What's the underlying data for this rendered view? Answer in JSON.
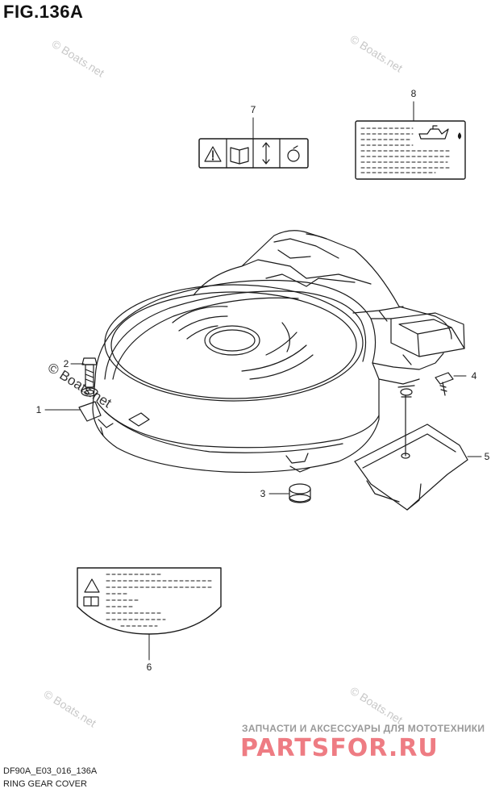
{
  "figure": {
    "title": "FIG.136A",
    "code": "DF90A_E03_016_136A",
    "caption": "RING GEAR COVER"
  },
  "callouts": [
    "1",
    "2",
    "3",
    "4",
    "5",
    "6",
    "7",
    "8"
  ],
  "watermark": {
    "text": "© Boats.net",
    "ru_text": "ЗАПЧАСТИ И АКСЕССУАРЫ ДЛЯ МОТОТЕХНИКИ",
    "brand": "PARTSFOR.RU"
  },
  "colors": {
    "line": "#1a1a1a",
    "watermark": "#c8c8c8",
    "brand": "#ee7c83"
  }
}
